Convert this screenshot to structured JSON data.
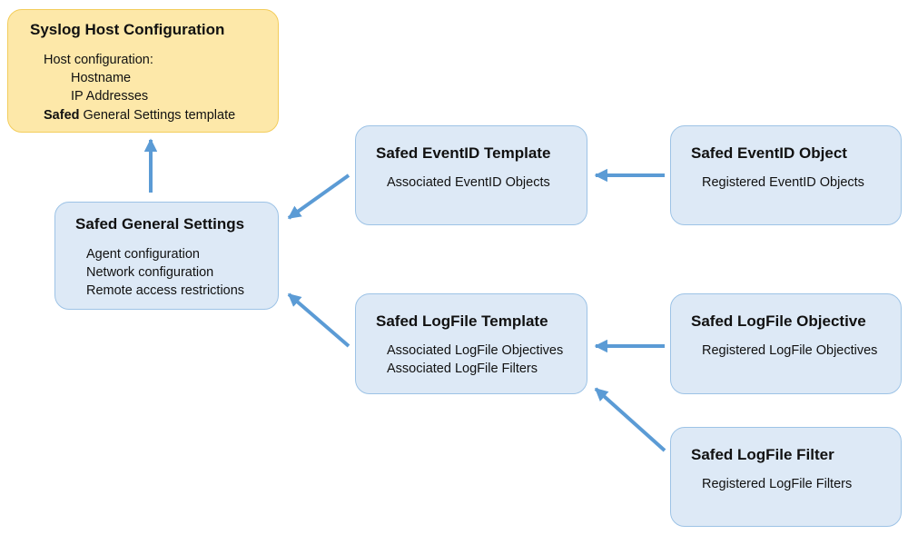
{
  "syslog_host": {
    "title": "Syslog Host Configuration",
    "line1": "Host configuration:",
    "line2": "Hostname",
    "line3": "IP Addresses",
    "line4_bold": "Safed",
    "line4_rest": " General Settings template"
  },
  "general_settings": {
    "title": "Safed General Settings",
    "line1": "Agent configuration",
    "line2": "Network configuration",
    "line3": "Remote access restrictions"
  },
  "eventid_template": {
    "title": "Safed EventID Template",
    "line1": "Associated EventID Objects"
  },
  "eventid_object": {
    "title": "Safed EventID Object",
    "line1": "Registered EventID Objects"
  },
  "logfile_template": {
    "title": "Safed LogFile Template",
    "line1": "Associated LogFile Objectives",
    "line2": "Associated LogFile Filters"
  },
  "logfile_objective": {
    "title": "Safed LogFile Objective",
    "line1": "Registered LogFile Objectives"
  },
  "logfile_filter": {
    "title": "Safed LogFile Filter",
    "line1": "Registered LogFile Filters"
  },
  "colors": {
    "arrow": "#5b9bd5",
    "box_fill": "#dde9f6",
    "box_border": "#9dc3e6",
    "highlight_fill": "#fde8a9",
    "highlight_border": "#f3cd5c"
  }
}
